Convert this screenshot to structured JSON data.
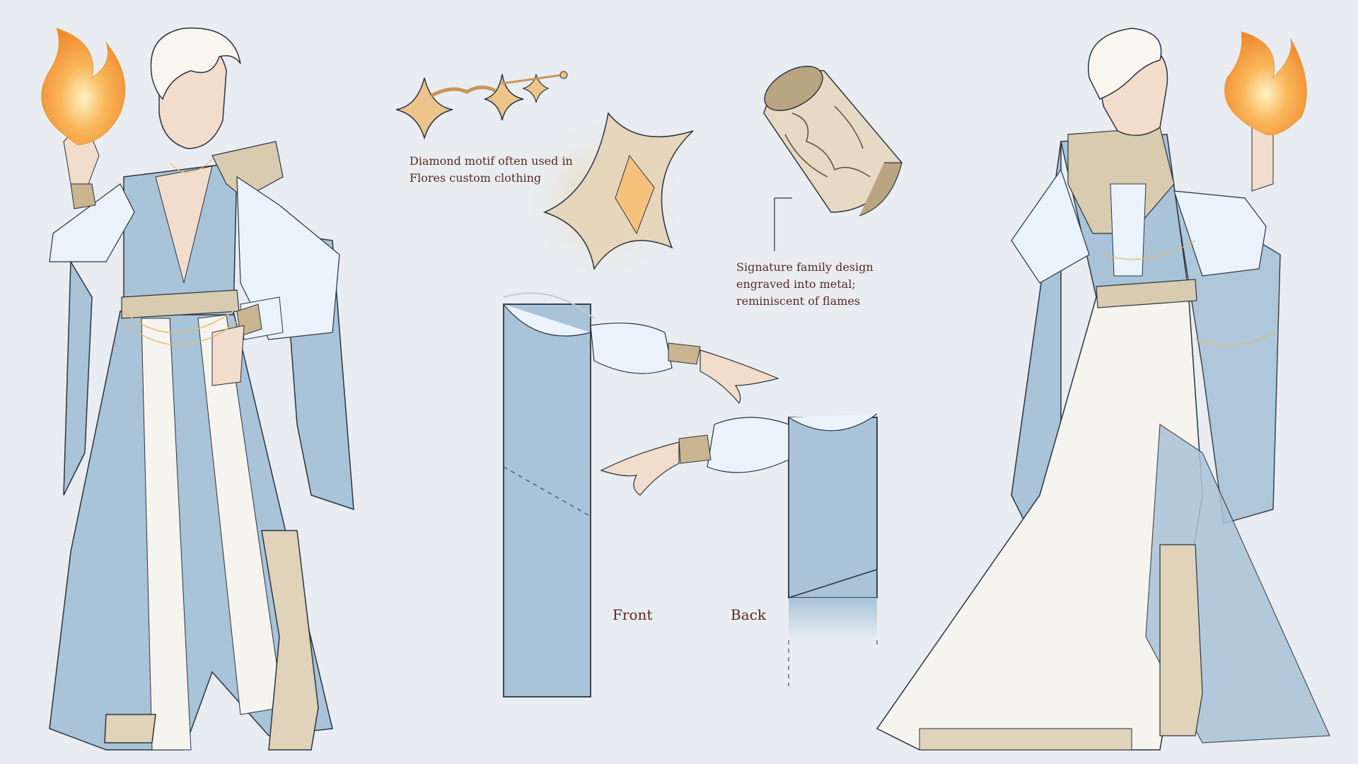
{
  "annotations": {
    "diamond_motif": [
      "Diamond motif often used in",
      "Flores custom clothing"
    ],
    "family_design": [
      "Signature family design",
      "engraved into metal;",
      "reminiscent of flames"
    ],
    "front_label": "Front",
    "back_label": "Back"
  },
  "colors": {
    "background": "#e9edf1",
    "robe_blue": "#a9c3d8",
    "robe_white": "#f6f4ee",
    "gold": "#e7b86a",
    "metal": "#b9a582",
    "flame": "#f7a34a",
    "text": "#5a2a24"
  }
}
